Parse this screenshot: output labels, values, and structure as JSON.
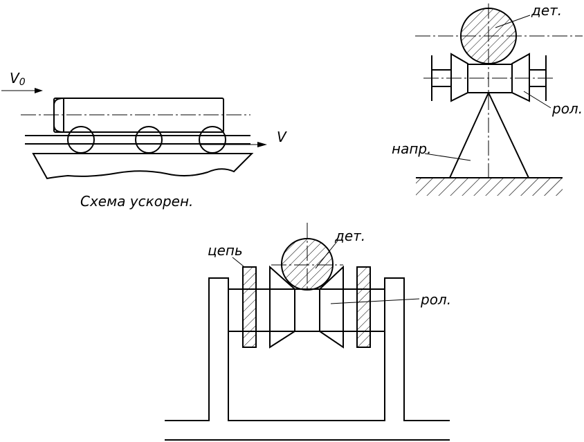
{
  "acceleration_scheme": {
    "v0_label": "V0",
    "v_label": "V",
    "caption": "Схема ускорен."
  },
  "side_view": {
    "part_label": "дет.",
    "roller_label": "рол.",
    "guide_label": "напр."
  },
  "front_view": {
    "chain_label": "цепь",
    "part_label": "дет.",
    "roller_label": "рол."
  }
}
